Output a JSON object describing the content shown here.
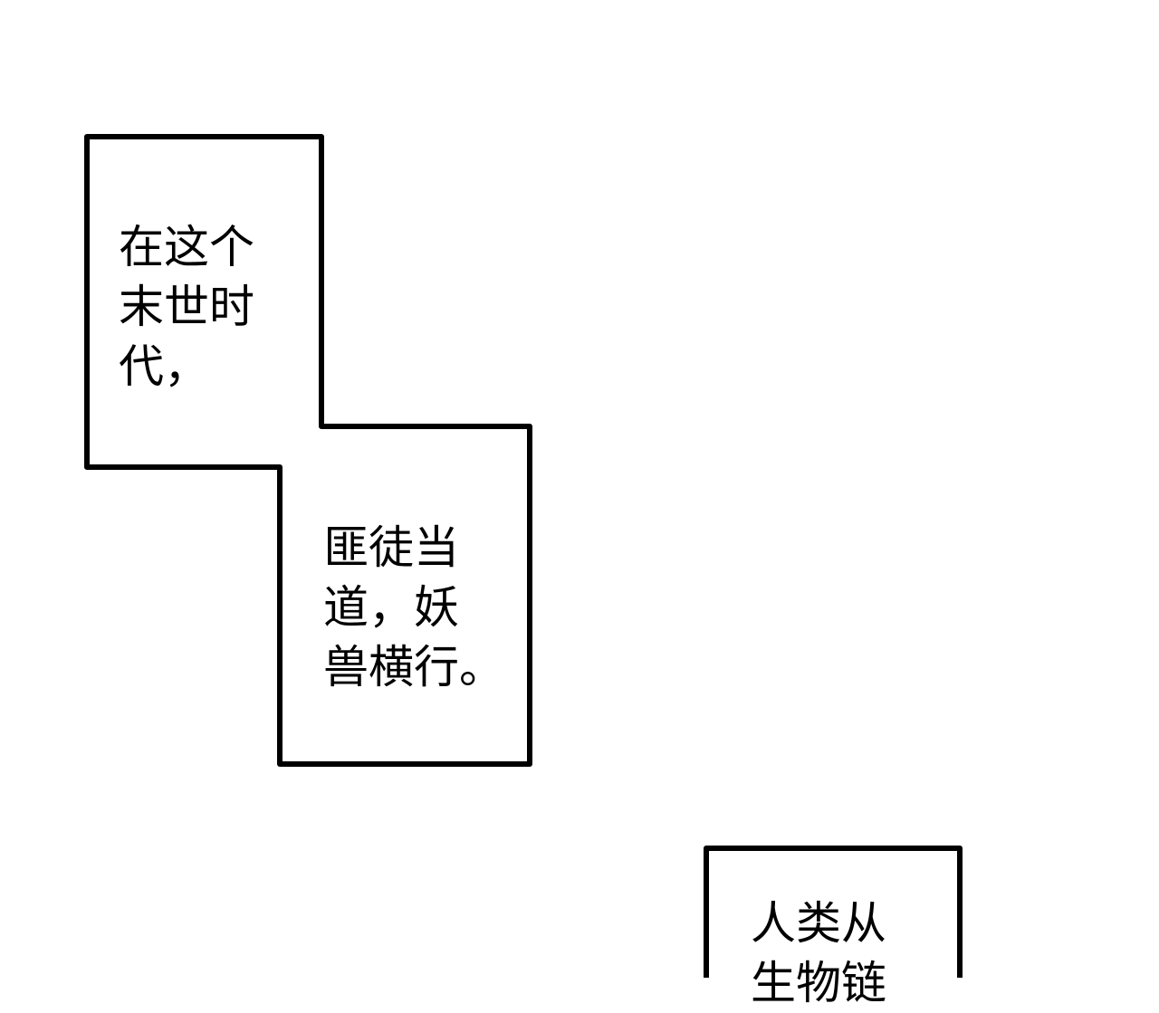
{
  "colors": {
    "background": "#ffffff",
    "ink": "#000000"
  },
  "captions": [
    {
      "lines": [
        "在这个",
        "末世时",
        "代，"
      ]
    },
    {
      "lines": [
        "匪徒当",
        "道，妖",
        "兽横行。"
      ]
    },
    {
      "lines": [
        "人类从",
        "生物链"
      ]
    }
  ]
}
